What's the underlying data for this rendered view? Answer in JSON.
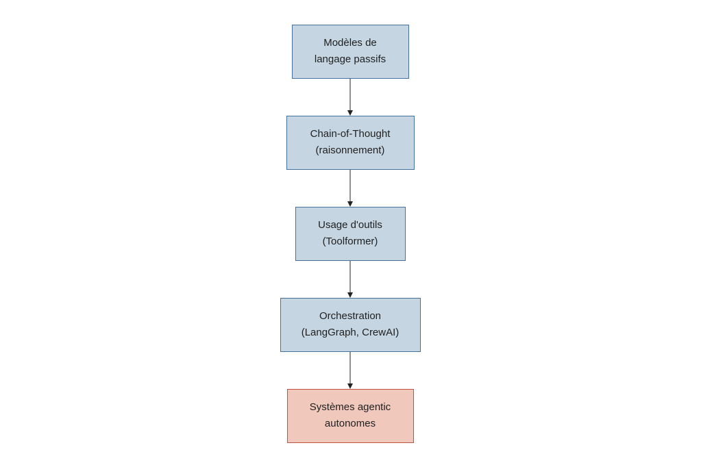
{
  "diagram": {
    "type": "flowchart",
    "direction": "top-to-bottom",
    "nodes": [
      {
        "id": "n1",
        "lines": [
          "Modèles de",
          "langage passifs"
        ],
        "style": "normal"
      },
      {
        "id": "n2",
        "lines": [
          "Chain-of-Thought",
          "(raisonnement)"
        ],
        "style": "normal"
      },
      {
        "id": "n3",
        "lines": [
          "Usage d'outils",
          "(Toolformer)"
        ],
        "style": "normal"
      },
      {
        "id": "n4",
        "lines": [
          "Orchestration",
          "(LangGraph, CrewAI)"
        ],
        "style": "normal"
      },
      {
        "id": "n5",
        "lines": [
          "Systèmes agentic",
          "autonomes"
        ],
        "style": "highlight"
      }
    ],
    "edges": [
      {
        "from": "n1",
        "to": "n2"
      },
      {
        "from": "n2",
        "to": "n3"
      },
      {
        "from": "n3",
        "to": "n4"
      },
      {
        "from": "n4",
        "to": "n5"
      }
    ],
    "colors": {
      "normal_fill": "#c5d5e1",
      "normal_stroke": "#46709a",
      "highlight_fill": "#f0c8bc",
      "highlight_stroke": "#c0503f",
      "edge": "#222222",
      "text": "#1f1f1f"
    }
  }
}
